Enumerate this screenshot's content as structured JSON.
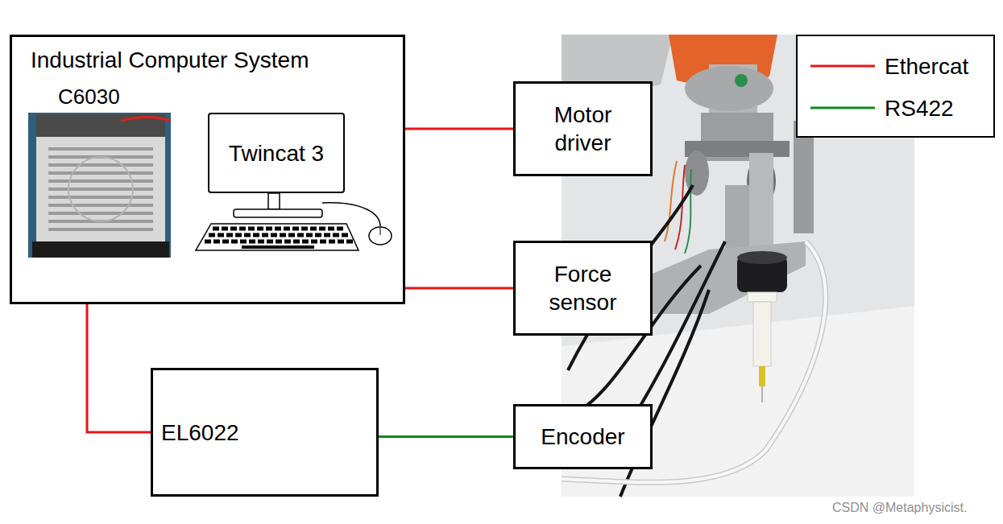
{
  "diagram": {
    "nodes": [
      {
        "text": [
          "Industrial Computer System"
        ]
      },
      {
        "text": [
          "Twincat 3"
        ],
        "in": 0
      },
      {
        "text": [
          "Motor driver"
        ]
      },
      {
        "text": [
          "Force sensor"
        ]
      },
      {
        "text": [
          "EL6022"
        ]
      },
      {
        "text": [
          "Encoder"
        ]
      }
    ],
    "edges": [
      {
        "from": 0,
        "to": 2,
        "arrow": "none"
      },
      {
        "from": 0,
        "to": 3,
        "arrow": "none"
      },
      {
        "from": 0,
        "to": 4,
        "arrow": "none"
      },
      {
        "from": 4,
        "to": 5,
        "arrow": "none"
      }
    ],
    "labels": [
      "C6030",
      "CSDN @Metaphysicist."
    ],
    "legend": [
      {
        "text": "Ethercat"
      },
      {
        "text": "RS422"
      }
    ]
  }
}
